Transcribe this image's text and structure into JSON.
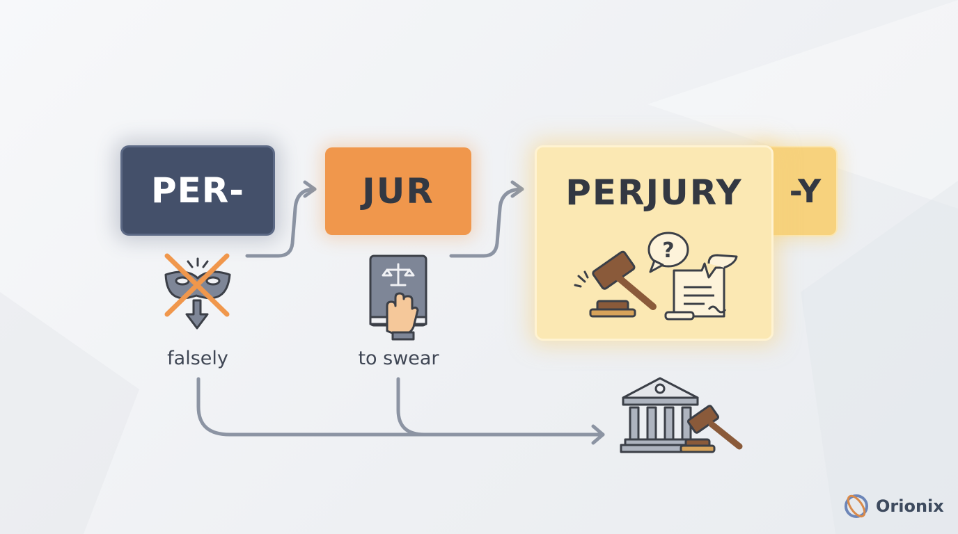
{
  "diagram": {
    "prefix": {
      "label": "PER-",
      "meaning": "falsely"
    },
    "root": {
      "label": "JUR",
      "meaning": "to swear"
    },
    "suffix": {
      "label": "-Y"
    },
    "result": {
      "label": "PERJURY"
    }
  },
  "brand": {
    "name": "Orionix"
  },
  "colors": {
    "prefix_box": "#44506a",
    "root_box": "#f0974c",
    "result_box": "#fbe8b3",
    "suffix_box": "#f7d27d",
    "arrow": "#8c94a3"
  },
  "icons": [
    "crossed-mask-icon",
    "oath-book-icon",
    "gavel-icon",
    "question-bubble-icon",
    "torn-document-icon",
    "courthouse-icon",
    "courthouse-gavel-icon",
    "orionix-logo-icon"
  ]
}
